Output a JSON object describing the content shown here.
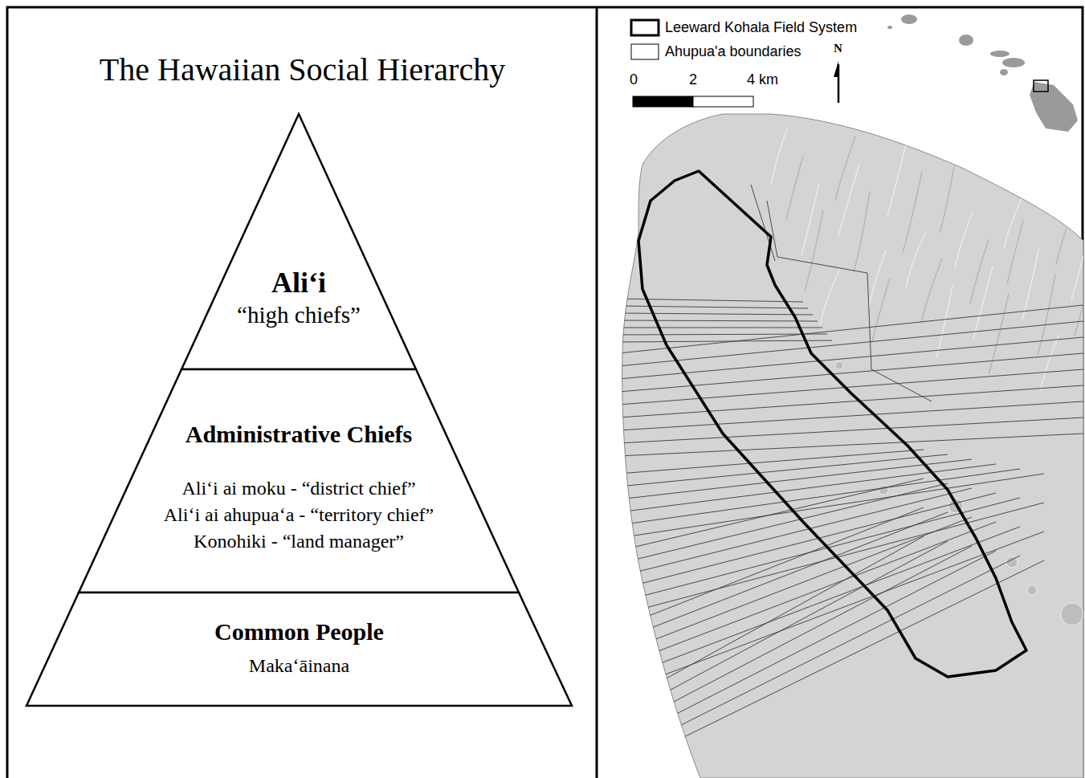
{
  "diagram": {
    "title": "The Hawaiian Social Hierarchy",
    "nodes": [
      {
        "text": [
          "Ali‘i",
          "“high chiefs”"
        ]
      },
      {
        "text": [
          "Administrative Chiefs",
          "Ali‘i ai moku - “district chief”",
          "Ali‘i ai ahupua‘a - “territory chief”",
          "Konohiki - “land manager”"
        ]
      },
      {
        "text": [
          "Common People",
          "Maka‘āinana"
        ]
      }
    ],
    "labels": [
      "0",
      "2",
      "4 km",
      "N"
    ],
    "legend": [
      {
        "text": "Leeward Kohala Field System"
      },
      {
        "text": "Ahupua'a boundaries"
      }
    ]
  }
}
